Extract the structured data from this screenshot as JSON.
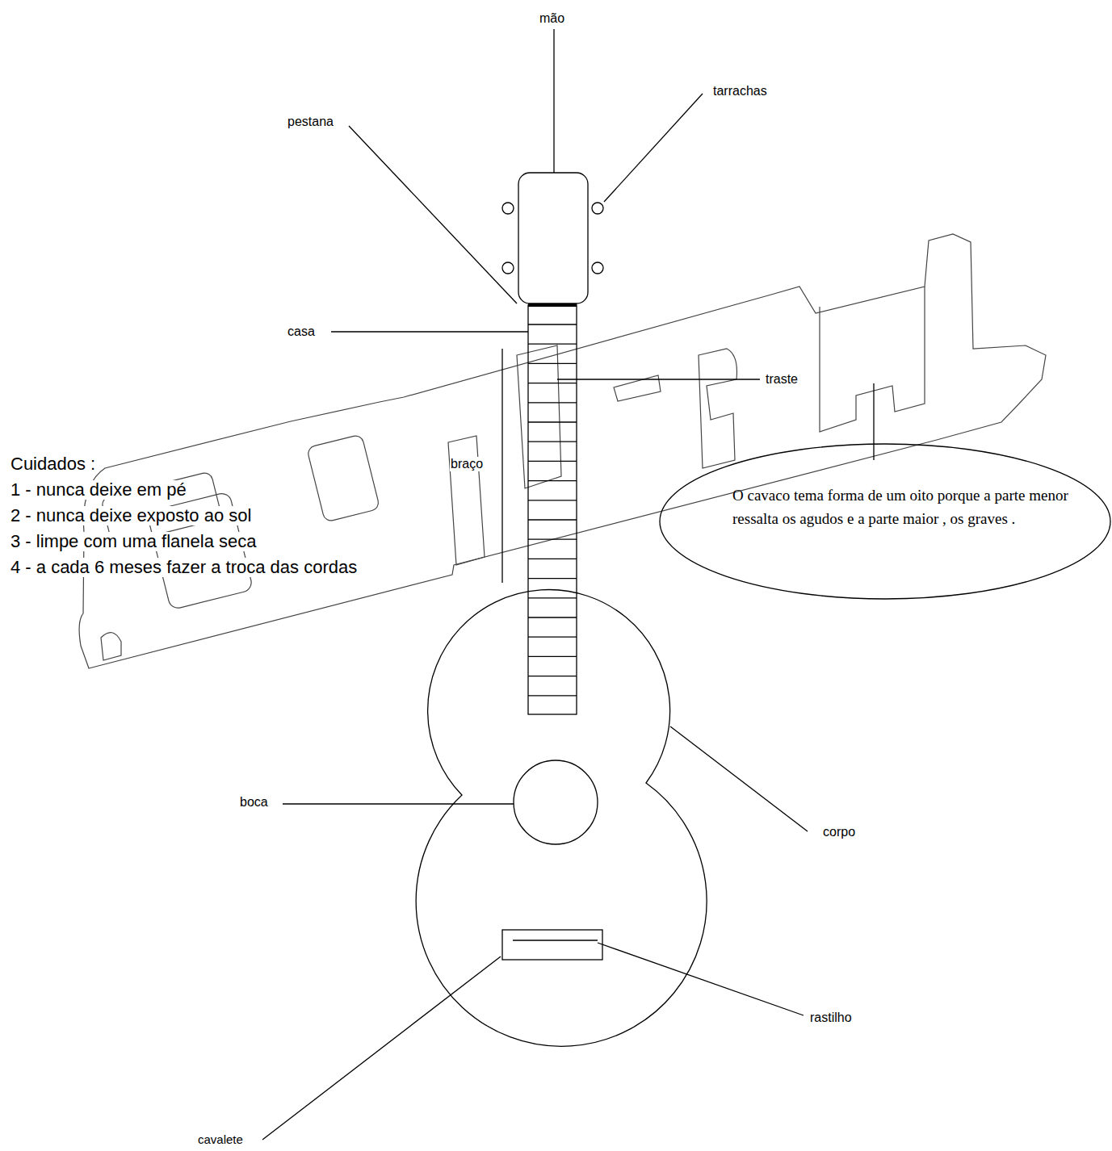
{
  "diagram": {
    "nodes": [
      {
        "text": [
          "O cavaco tema forma de um oito porque a parte menor ressalta os agudos e a parte maior , os graves ."
        ]
      }
    ],
    "labels": [
      "mão",
      "tarrachas",
      "pestana",
      "casa",
      "traste",
      "braço",
      "boca",
      "corpo",
      "rastilho",
      "cavalete",
      "Cuidados :",
      "1 - nunca deixe em pé",
      "2 - nunca deixe exposto ao sol",
      "3 - limpe com uma flanela seca",
      "4 - a cada 6 meses fazer a troca das cordas"
    ]
  }
}
